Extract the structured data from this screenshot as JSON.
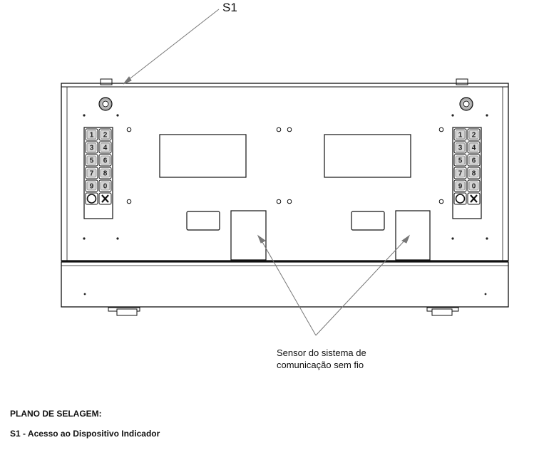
{
  "callouts": {
    "s1": "S1",
    "sensor_line1": "Sensor do sistema de",
    "sensor_line2": "comunicação sem fio"
  },
  "keypad_keys": [
    "1",
    "2",
    "3",
    "4",
    "5",
    "6",
    "7",
    "8",
    "9",
    "0"
  ],
  "seal_plan": {
    "title": "PLANO DE SELAGEM:",
    "items": [
      "S1 - Acesso ao Dispositivo Indicador"
    ]
  },
  "colors": {
    "line": "#111111",
    "leader": "#777777",
    "background": "#ffffff"
  }
}
